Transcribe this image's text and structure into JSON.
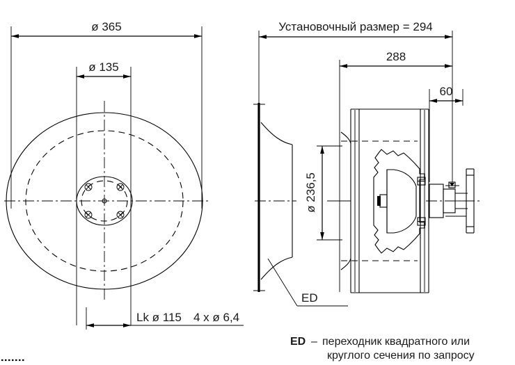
{
  "drawing": {
    "title": "Fan dimensional drawing",
    "left_view": {
      "dim_outer_diameter": "ø 365",
      "dim_inner_diameter": "ø 135",
      "dim_bolt_circle": "Lk ø 115",
      "dim_bolt_holes": "4 x ø 6,4"
    },
    "right_view": {
      "dim_mounting": "Установочный размер = 294",
      "dim_overall_length": "288",
      "dim_motor_projection": "60",
      "dim_impeller_diameter": "ø 236,5",
      "adapter_label": "ED"
    },
    "legend": {
      "code": "ED",
      "dash": "–",
      "line1": "переходник квадратного или",
      "line2": "круглого сечения по запросу"
    },
    "colors": {
      "line": "#000000",
      "grey_line": "#8c8c8c",
      "background": "#ffffff"
    }
  }
}
